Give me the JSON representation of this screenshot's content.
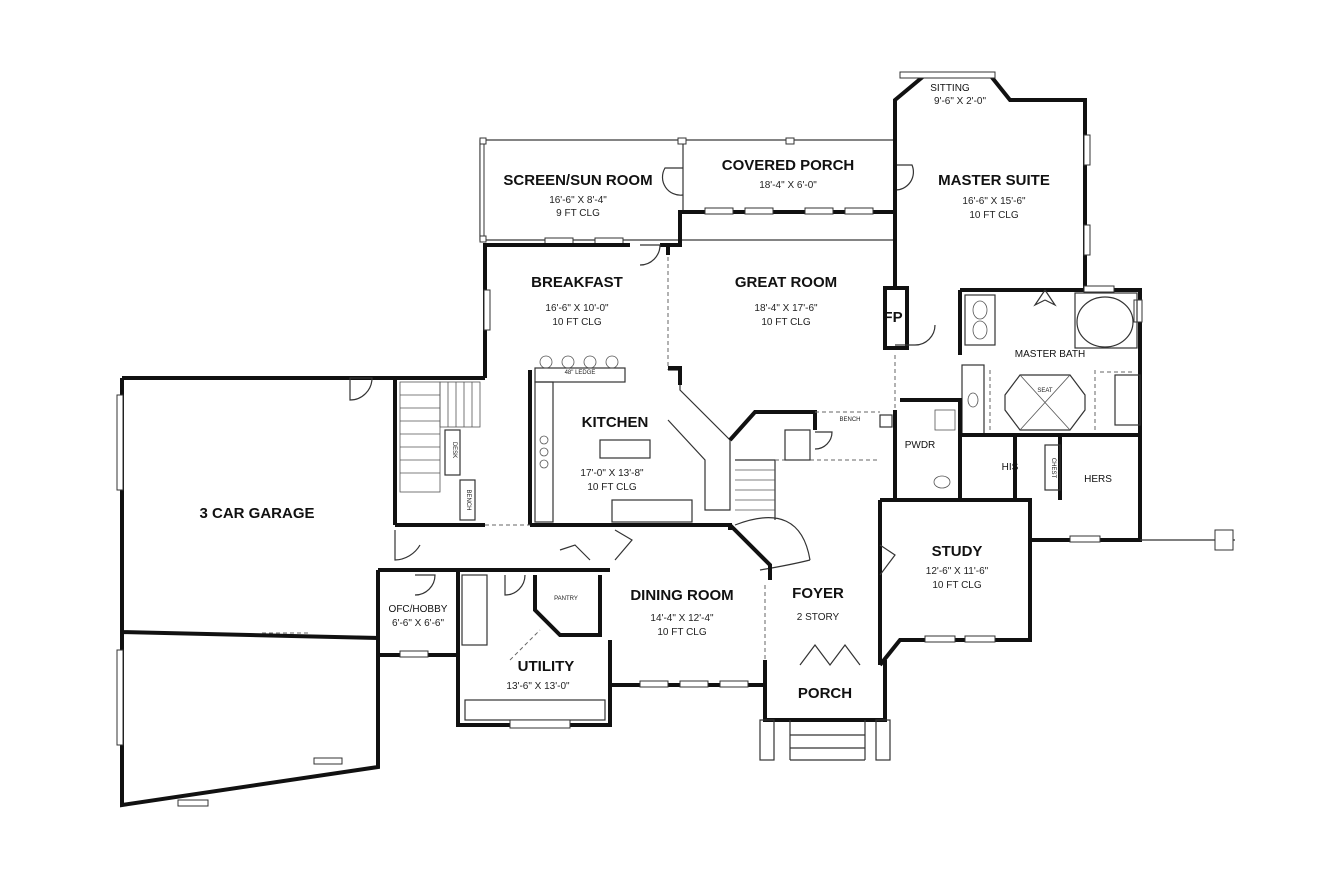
{
  "rooms": {
    "sitting": {
      "name": "SITTING",
      "size": "9'-6\" X 2'-0\""
    },
    "screen_sun_room": {
      "name": "SCREEN/SUN ROOM",
      "size": "16'-6\" X 8'-4\"",
      "ceiling": "9 FT CLG"
    },
    "covered_porch": {
      "name": "COVERED PORCH",
      "size": "18'-4\" X 6'-0\""
    },
    "master_suite": {
      "name": "MASTER SUITE",
      "size": "16'-6\" X 15'-6\"",
      "ceiling": "10 FT CLG"
    },
    "breakfast": {
      "name": "BREAKFAST",
      "size": "16'-6\" X 10'-0\"",
      "ceiling": "10 FT CLG"
    },
    "great_room": {
      "name": "GREAT ROOM",
      "size": "18'-4\" X 17'-6\"",
      "ceiling": "10 FT CLG"
    },
    "fireplace": {
      "name": "FP"
    },
    "master_bath": {
      "name": "MASTER BATH"
    },
    "kitchen": {
      "name": "KITCHEN",
      "size": "17'-0\" X 13'-8\"",
      "ceiling": "10 FT CLG"
    },
    "powder": {
      "name": "PWDR"
    },
    "his": {
      "name": "HIS"
    },
    "hers": {
      "name": "HERS"
    },
    "garage": {
      "name": "3 CAR GARAGE"
    },
    "study": {
      "name": "STUDY",
      "size": "12'-6\" X 11'-6\"",
      "ceiling": "10 FT CLG"
    },
    "office_hobby": {
      "name": "OFC/HOBBY",
      "size": "6'-6\" X 6'-6\""
    },
    "dining_room": {
      "name": "DINING ROOM",
      "size": "14'-4\" X 12'-4\"",
      "ceiling": "10 FT CLG"
    },
    "foyer": {
      "name": "FOYER",
      "size": "2 STORY"
    },
    "utility": {
      "name": "UTILITY",
      "size": "13'-6\" X 13'-0\""
    },
    "porch": {
      "name": "PORCH"
    },
    "pantry": {
      "name": "PANTRY"
    },
    "desk": {
      "name": "DESK"
    },
    "bench": {
      "name": "BENCH"
    },
    "bench2": {
      "name": "BENCH"
    },
    "bar": {
      "name": "48\" LEDGE"
    },
    "seat": {
      "name": "SEAT"
    },
    "chest": {
      "name": "CHEST"
    }
  }
}
